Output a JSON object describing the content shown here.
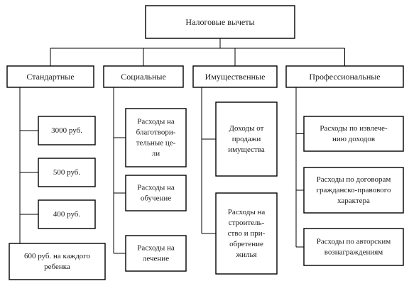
{
  "diagram": {
    "root": {
      "label": "Налоговые вычеты"
    },
    "categories": [
      {
        "label": "Стандартные",
        "items": [
          {
            "lines": [
              "3000 руб."
            ]
          },
          {
            "lines": [
              "500 руб."
            ]
          },
          {
            "lines": [
              "400 руб."
            ]
          },
          {
            "lines": [
              "600  руб. на каждого",
              "ребенка"
            ]
          }
        ]
      },
      {
        "label": "Социальные",
        "items": [
          {
            "lines": [
              "Расходы на",
              "благотвори-",
              "тельные це-",
              "ли"
            ]
          },
          {
            "lines": [
              "Расходы на",
              "обучение"
            ]
          },
          {
            "lines": [
              "Расходы на",
              "лечение"
            ]
          }
        ]
      },
      {
        "label": "Имущественные",
        "items": [
          {
            "lines": [
              "Доходы от",
              "продажи",
              "имущества"
            ]
          },
          {
            "lines": [
              "Расходы на",
              "строитель-",
              "ство и при-",
              "обретение",
              "жилья"
            ]
          }
        ]
      },
      {
        "label": "Профессиональные",
        "items": [
          {
            "lines": [
              "Расходы по извлече-",
              "нию доходов"
            ]
          },
          {
            "lines": [
              "Расходы по договорам",
              "гражданско-правового",
              "характера"
            ]
          },
          {
            "lines": [
              "Расходы по авторским",
              "вознаграждениям"
            ]
          }
        ]
      }
    ]
  }
}
